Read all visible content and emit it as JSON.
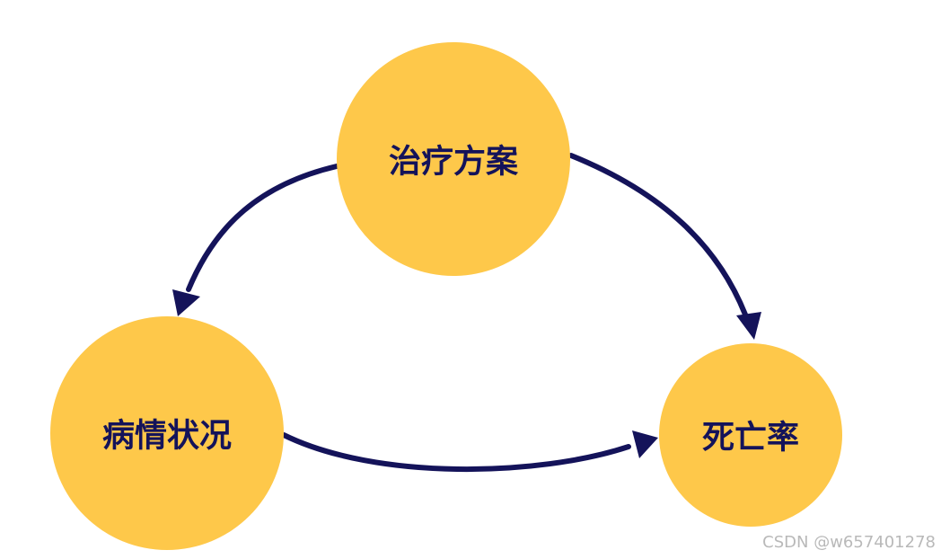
{
  "nodes": {
    "treatment": {
      "label": "治疗方案"
    },
    "condition": {
      "label": "病情状况"
    },
    "mortality": {
      "label": "死亡率"
    }
  },
  "edges": [
    {
      "from": "treatment",
      "to": "condition"
    },
    {
      "from": "treatment",
      "to": "mortality"
    },
    {
      "from": "condition",
      "to": "mortality"
    }
  ],
  "colors": {
    "node_fill": "#FEC84A",
    "text_and_arrow": "#14135A"
  },
  "watermark": "CSDN @w657401278"
}
